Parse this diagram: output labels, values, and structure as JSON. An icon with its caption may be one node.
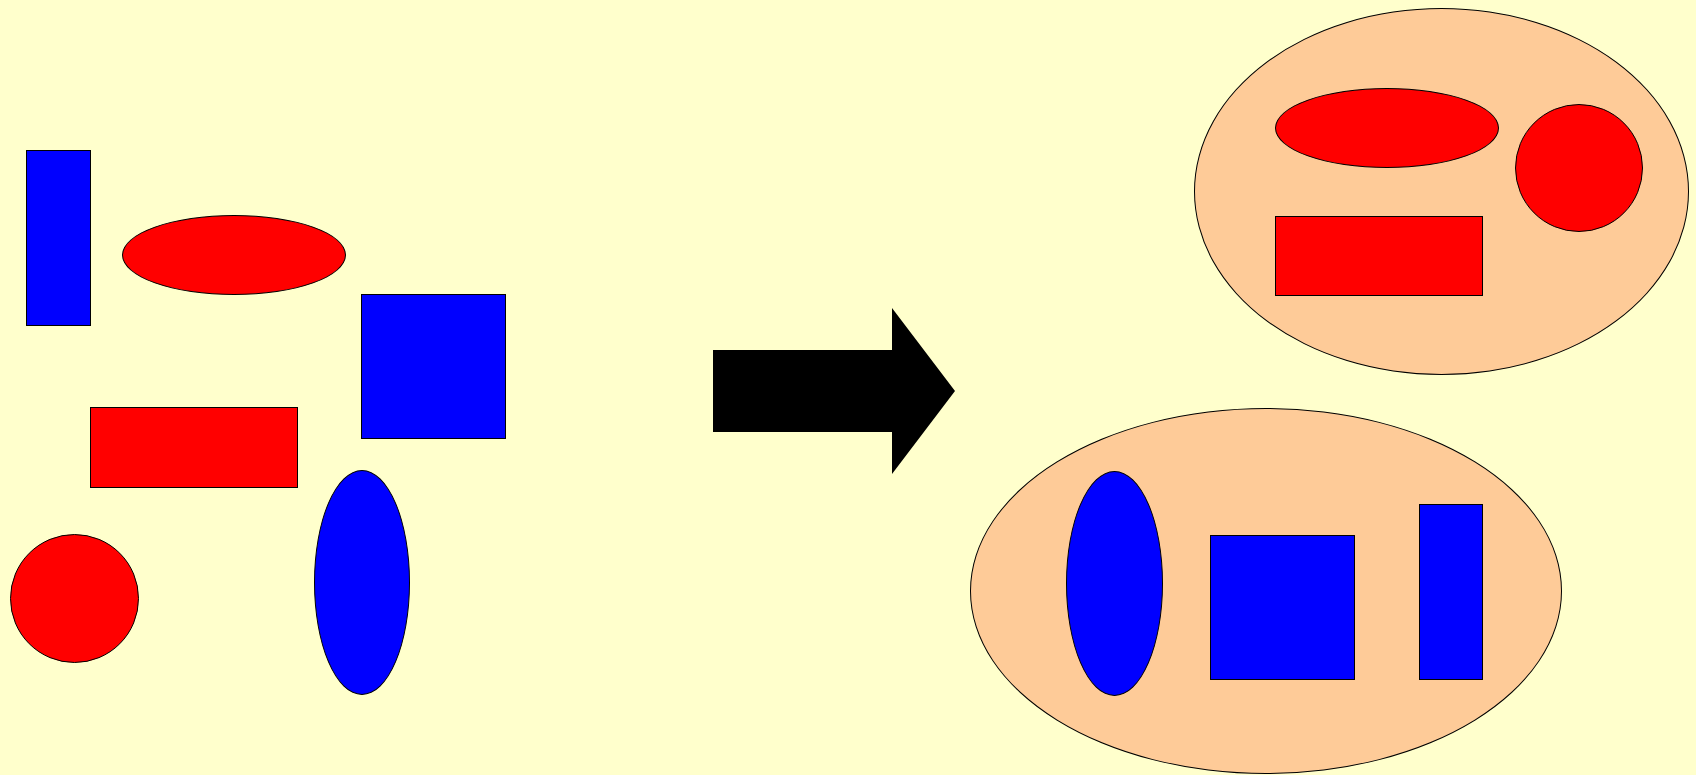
{
  "diagram": {
    "nodes": [
      {
        "text": [],
        "shape": "box"
      },
      {
        "text": [],
        "shape": "ellipse"
      },
      {
        "text": [],
        "shape": "box"
      },
      {
        "text": [],
        "shape": "box"
      },
      {
        "text": [],
        "shape": "circle"
      },
      {
        "text": [],
        "shape": "ellipse"
      },
      {
        "text": [],
        "shape": "ellipse"
      },
      {
        "text": [],
        "shape": "ellipse",
        "in": 6
      },
      {
        "text": [],
        "shape": "circle",
        "in": 6
      },
      {
        "text": [],
        "shape": "box",
        "in": 6
      },
      {
        "text": [],
        "shape": "ellipse"
      },
      {
        "text": [],
        "shape": "ellipse",
        "in": 10
      },
      {
        "text": [],
        "shape": "box",
        "in": 10
      },
      {
        "text": [],
        "shape": "box",
        "in": 10
      }
    ]
  }
}
